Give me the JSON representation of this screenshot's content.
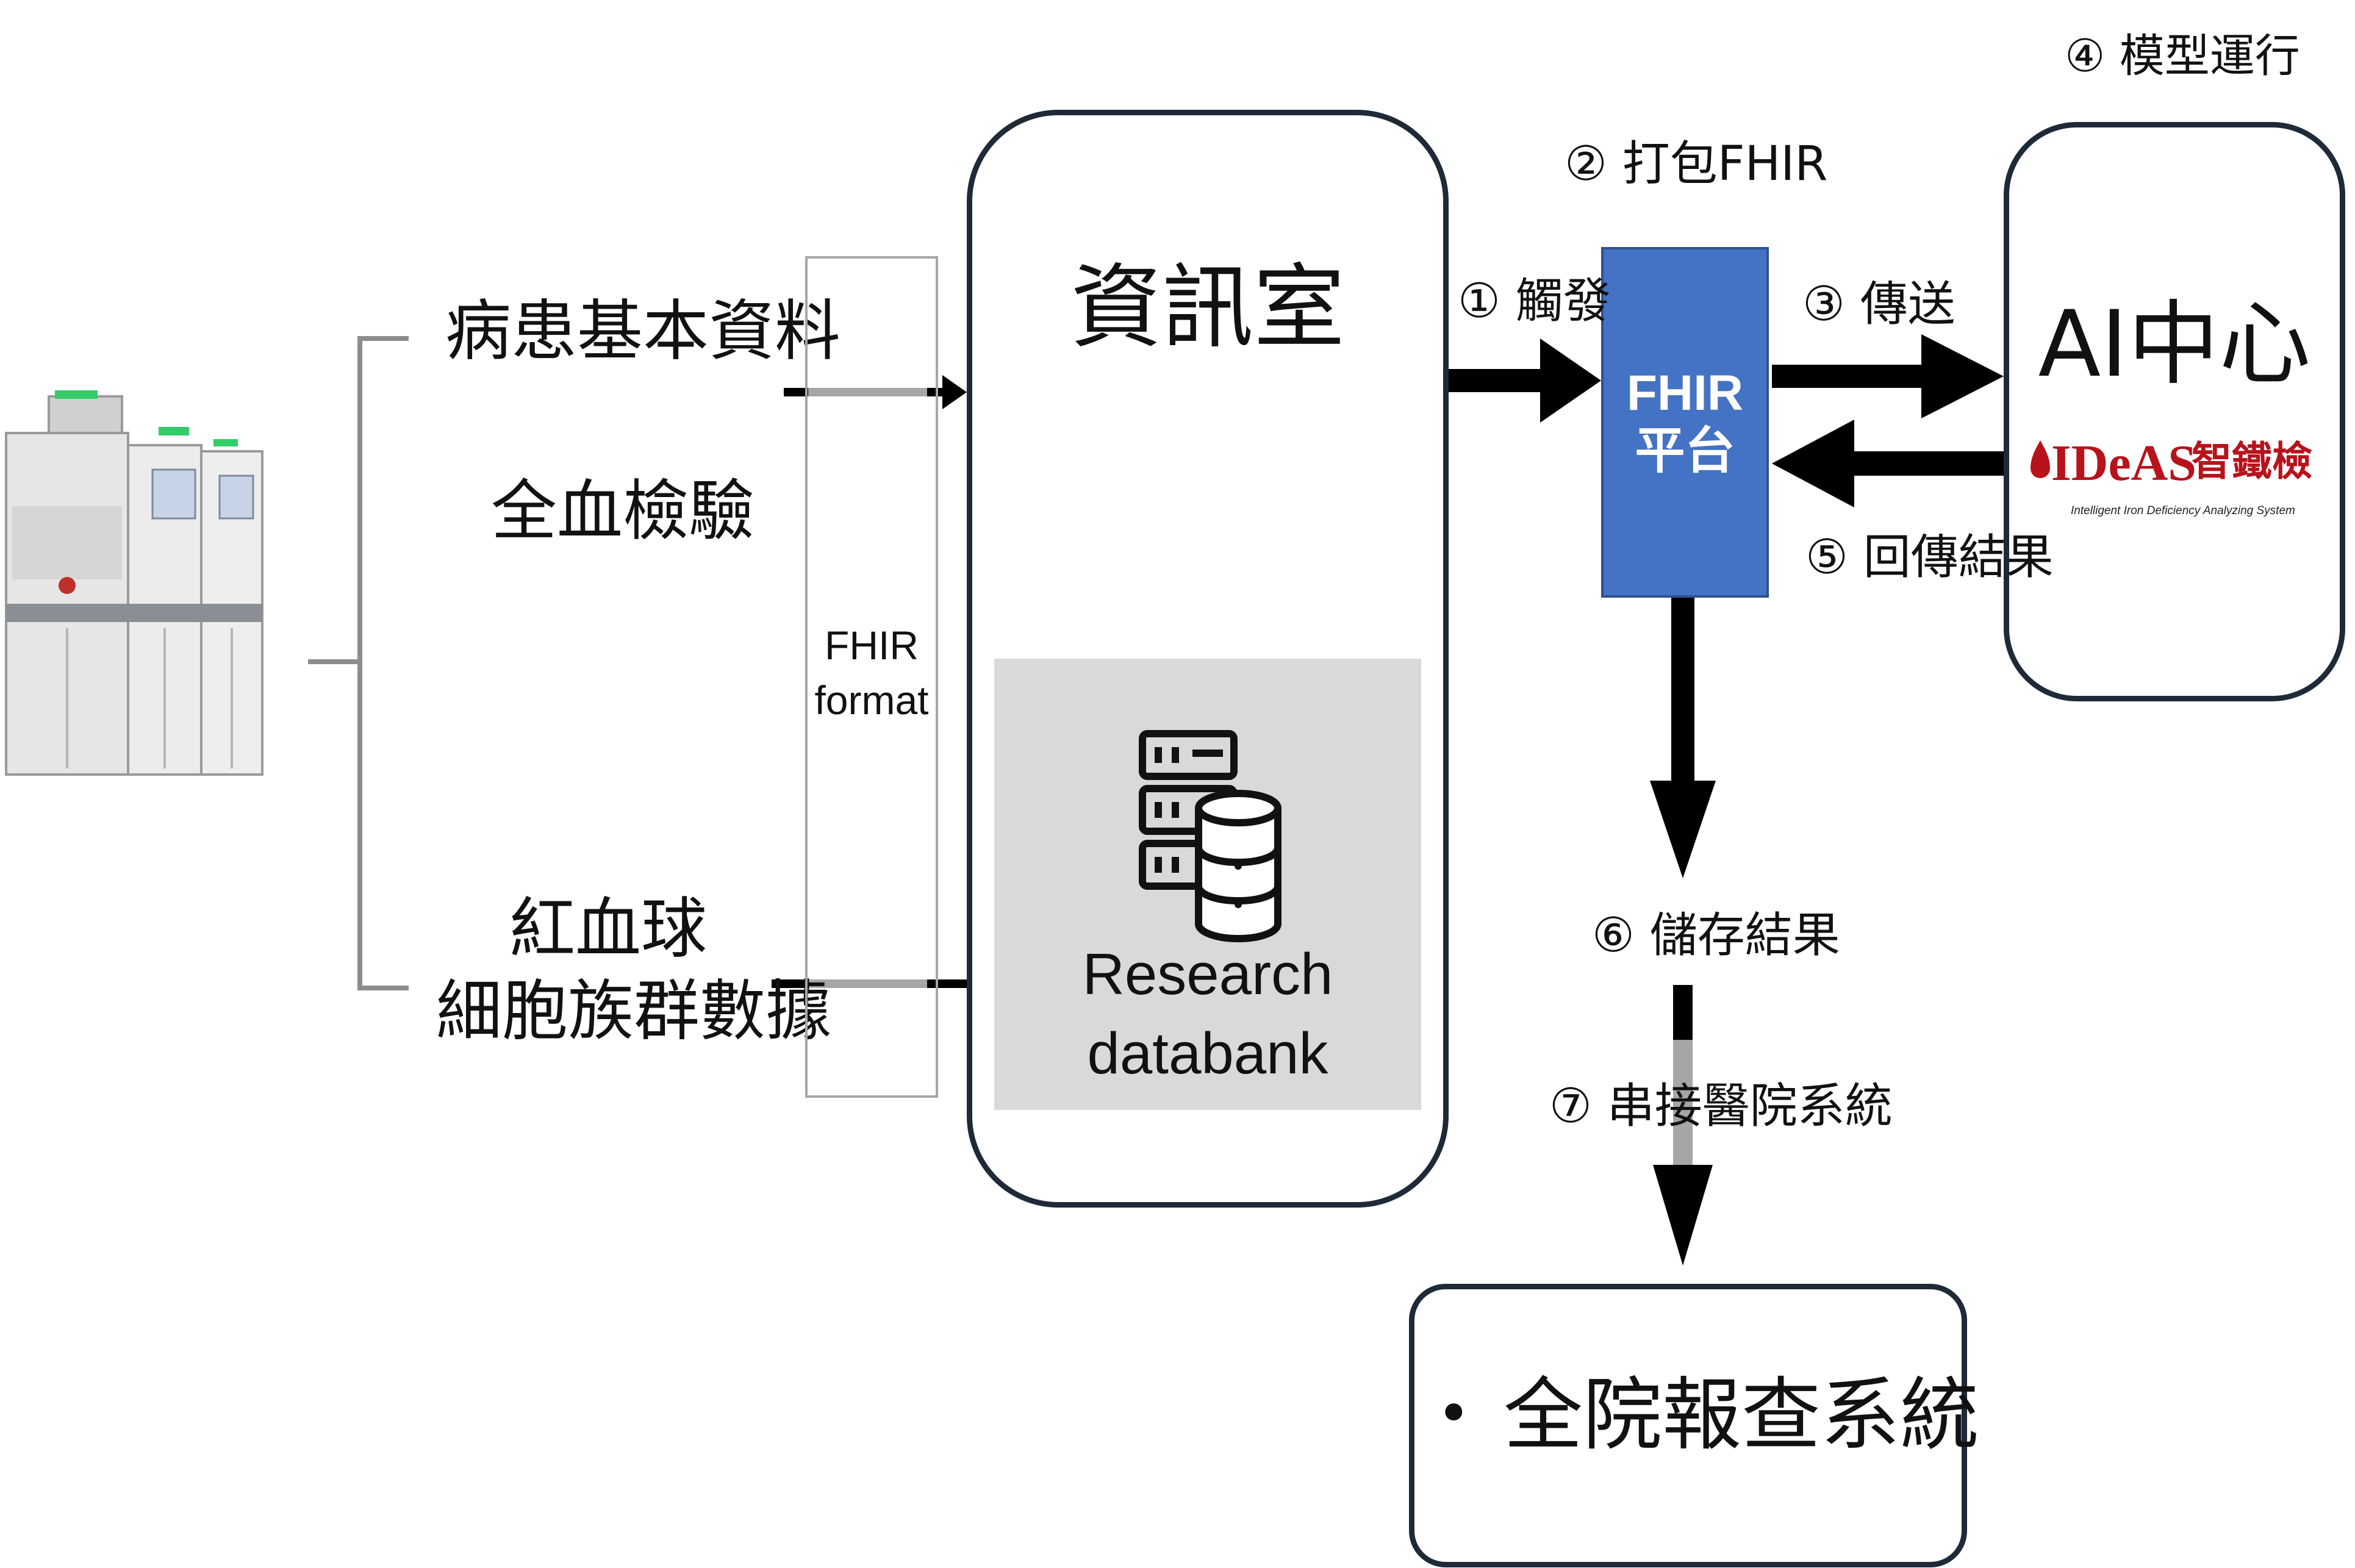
{
  "inputs": {
    "patient_data": "病患基本資料",
    "cbc": "全血檢驗",
    "rbc_line1": "紅血球",
    "rbc_line2": "細胞族群數據"
  },
  "fhir_format": {
    "line1": "FHIR",
    "line2": "format"
  },
  "info_room": {
    "title": "資訊室",
    "research_line1": "Research",
    "research_line2": "databank"
  },
  "fhir_platform": {
    "line1": "FHIR",
    "line2": "平台"
  },
  "ai_center": {
    "title": "AI中心",
    "logo_text": "IDeAS",
    "logo_cn": "智鐵檢",
    "logo_sub": "Intelligent Iron Deficiency Analyzing System"
  },
  "steps": {
    "s1": "① 觸發",
    "s2": "② 打包FHIR",
    "s3": "③ 傳送",
    "s4": "④ 模型運行",
    "s5": "⑤ 回傳結果",
    "s6": "⑥ 儲存結果",
    "s7": "⑦ 串接醫院系統"
  },
  "report_system": {
    "bullet": "•",
    "label": "全院報查系統"
  },
  "colors": {
    "platform_blue": "#4472c4",
    "border_dark": "#1f2a38",
    "research_gray": "#d9d9d9"
  }
}
